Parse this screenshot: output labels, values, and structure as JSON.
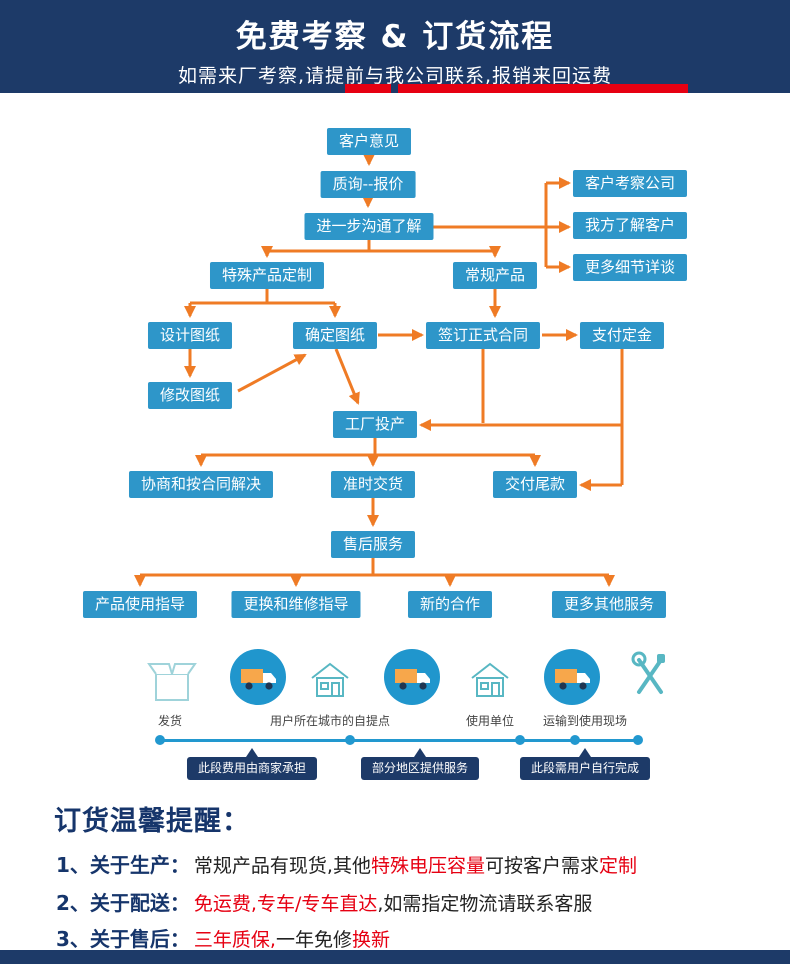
{
  "colors": {
    "navy": "#1d3a68",
    "box_blue": "#2e96c9",
    "arrow_orange": "#ef7b25",
    "red": "#e60012",
    "timeline_blue": "#2298cf",
    "icon_teal": "#58b7c3"
  },
  "header": {
    "title": "免费考察 & 订货流程",
    "subtitle": "如需来厂考察,请提前与我公司联系,报销来回运费"
  },
  "flow": {
    "nodes": {
      "customer_feedback": "客户意见",
      "inquiry_quote": "质询--报价",
      "further_communication": "进一步沟通了解",
      "client_visit": "客户考察公司",
      "know_client": "我方了解客户",
      "more_details": "更多细节详谈",
      "custom_product": "特殊产品定制",
      "regular_product": "常规产品",
      "design_drawing": "设计图纸",
      "confirm_drawing": "确定图纸",
      "sign_contract": "签订正式合同",
      "pay_deposit": "支付定金",
      "modify_drawing": "修改图纸",
      "factory_production": "工厂投产",
      "negotiate": "协商和按合同解决",
      "ontime_delivery": "准时交货",
      "pay_balance": "交付尾款",
      "after_sales": "售后服务",
      "usage_guide": "产品使用指导",
      "repair_guide": "更换和维修指导",
      "new_cooperation": "新的合作",
      "more_services": "更多其他服务"
    }
  },
  "logistics": {
    "icons": [
      "package-icon",
      "truck-icon",
      "house-icon",
      "truck-icon",
      "house-icon",
      "truck-icon",
      "tools-icon"
    ],
    "stage_labels": {
      "ship": "发货",
      "pickup": "用户所在城市的自提点",
      "user_unit": "使用单位",
      "transport": "运输到使用现场"
    },
    "tags": {
      "merchant": "此段费用由商家承担",
      "partial": "部分地区提供服务",
      "user_self": "此段需用户自行完成"
    }
  },
  "reminder": {
    "title": "订货温馨提醒：",
    "items": [
      {
        "label": "1、关于生产：",
        "parts": [
          {
            "text": "常规产品有现货,其他",
            "color": "dark"
          },
          {
            "text": "特殊电压容量",
            "color": "red"
          },
          {
            "text": "可按客户需求",
            "color": "dark"
          },
          {
            "text": "定制",
            "color": "red"
          }
        ]
      },
      {
        "label": "2、关于配送：",
        "parts": [
          {
            "text": "免运费,专车/专车直达",
            "color": "red"
          },
          {
            "text": ",如需指定物流请联系客服",
            "color": "dark"
          }
        ]
      },
      {
        "label": "3、关于售后：",
        "parts": [
          {
            "text": "三年质保,",
            "color": "red"
          },
          {
            "text": "一年免修",
            "color": "dark"
          },
          {
            "text": "换新",
            "color": "red"
          }
        ]
      }
    ]
  }
}
